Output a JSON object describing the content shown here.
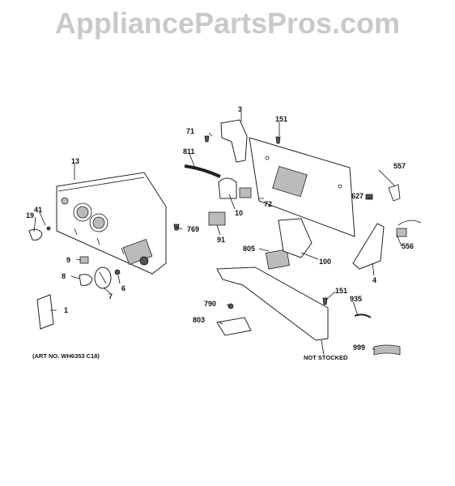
{
  "watermark": "AppliancePartsPros.com",
  "art_note": "(ART NO. WH6353 C18)",
  "not_stocked": "NOT STOCKED",
  "callouts": {
    "p3": "3",
    "p151a": "151",
    "p71": "71",
    "p811": "811",
    "p72": "72",
    "p10": "10",
    "p557": "557",
    "p627": "627",
    "p556": "556",
    "p13": "13",
    "p41": "41",
    "p19": "19",
    "p769": "769",
    "p91": "91",
    "p805": "805",
    "p100": "100",
    "p4": "4",
    "p9": "9",
    "p8": "8",
    "p6": "6",
    "p7": "7",
    "p151b": "151",
    "p935": "935",
    "p790": "790",
    "p803": "803",
    "p1": "1",
    "p999": "999"
  }
}
